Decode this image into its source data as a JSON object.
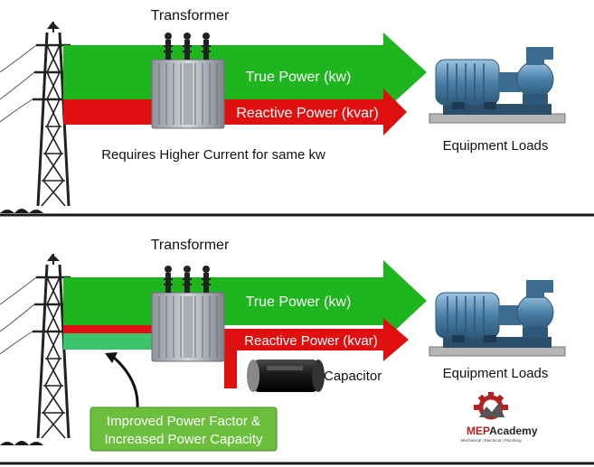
{
  "top_panel": {
    "transformer_label": "Transformer",
    "true_power_label": "True Power (kw)",
    "reactive_power_label": "Reactive Power (kvar)",
    "current_note": "Requires Higher Current for same kw",
    "equipment_label": "Equipment Loads"
  },
  "bottom_panel": {
    "transformer_label": "Transformer",
    "true_power_label": "True Power (kw)",
    "reactive_power_label": "Reactive Power (kvar)",
    "capacitor_label": "Capacitor",
    "equipment_label": "Equipment Loads",
    "callout_line1": "Improved Power Factor &",
    "callout_line2": "Increased Power Capacity"
  },
  "logo": {
    "brand_mep": "MEP",
    "brand_academy": "Academy",
    "tagline": "Mechanical | Electrical | Plumbing"
  },
  "colors": {
    "true_power": "#1fb51f",
    "reactive_power": "#e01010",
    "reclaimed_capacity": "#3cc46c",
    "callout_fill": "#6cbf3c",
    "ground_line": "#1a1a1a",
    "motor_blue": "#4a7fa8"
  }
}
